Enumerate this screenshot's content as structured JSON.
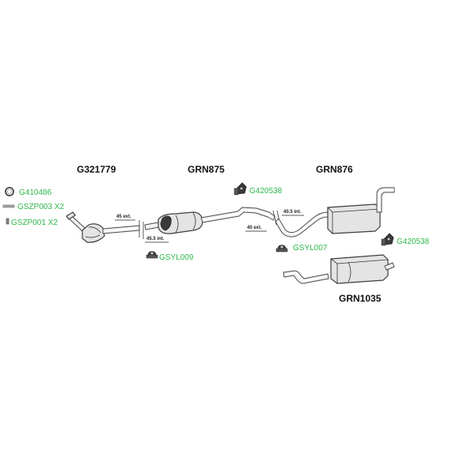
{
  "parts": {
    "catalyst": "G321779",
    "middle_silencer": "GRN875",
    "rear_silencer_a": "GRN876",
    "rear_silencer_b": "GRN1035"
  },
  "accessories": {
    "ring_gasket": "G410486",
    "clamp_bolt": "GSZP003 X2",
    "stud": "GSZP001 X2",
    "hanger_front": "G420538",
    "hanger_rear": "G420538",
    "clamp_front": "GSYL009",
    "clamp_rear": "GSYL007"
  },
  "dimensions": {
    "front_ext": "45 ext.",
    "front_int": "45.5 int.",
    "rear_int": "40.5 int.",
    "rear_ext": "40 ext."
  }
}
